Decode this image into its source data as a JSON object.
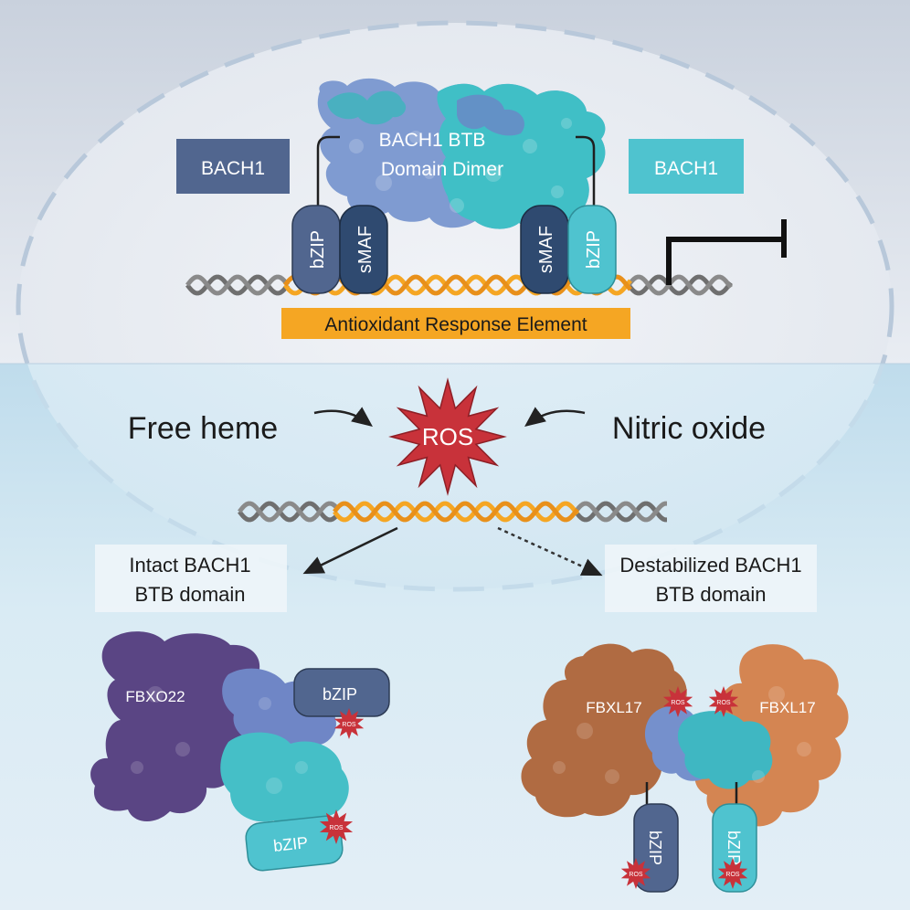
{
  "top_panel": {
    "dimer_label_line1": "BACH1 BTB",
    "dimer_label_line2": "Domain Dimer",
    "bach1_left": "BACH1",
    "bach1_right": "BACH1",
    "bzip_left": "bZIP",
    "smaf_left": "sMAF",
    "smaf_right": "sMAF",
    "bzip_right": "bZIP",
    "are_label": "Antioxidant Response Element"
  },
  "bottom_panel": {
    "free_heme": "Free heme",
    "ros_center": "ROS",
    "nitric_oxide": "Nitric oxide",
    "intact_line1": "Intact BACH1",
    "intact_line2": "BTB domain",
    "destab_line1": "Destabilized BACH1",
    "destab_line2": "BTB domain",
    "fbxo22": "FBXO22",
    "bzip_upper": "bZIP",
    "bzip_lower": "bZIP",
    "ros_small_1": "ROS",
    "ros_small_2": "ROS",
    "fbxl17_left": "FBXL17",
    "fbxl17_right": "FBXL17",
    "ros_small_3": "ROS",
    "ros_small_4": "ROS",
    "bzip_vert_left": "bZIP",
    "bzip_vert_right": "bZIP",
    "ros_small_5": "ROS",
    "ros_small_6": "ROS"
  },
  "colors": {
    "bach1_dark": "#51668f",
    "bach1_light": "#4fc3cf",
    "smaf": "#2f4a70",
    "are_orange": "#f5a623",
    "dna_gray": "#6f6f6f",
    "ros_red": "#c8323a",
    "fbxo22_purple": "#5a4584",
    "fbxl17_brown": "#b06b42",
    "fbxl17_light": "#d48552"
  }
}
